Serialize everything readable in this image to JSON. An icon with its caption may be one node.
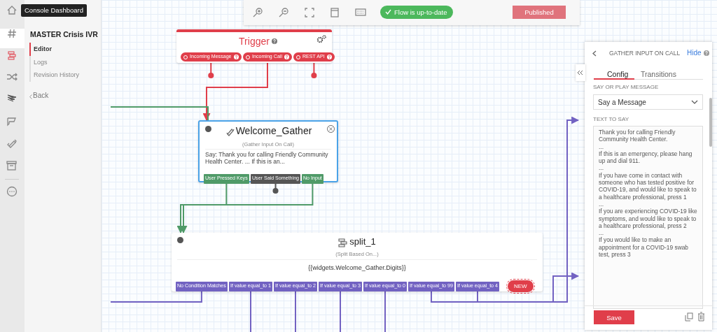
{
  "diagram": {
    "nodes": [
      {
        "text": [
          "Trigger"
        ]
      },
      {
        "text": [
          "Incoming Message"
        ],
        "in": 0
      },
      {
        "text": [
          "Incoming Call"
        ],
        "in": 0
      },
      {
        "text": [
          "REST API"
        ],
        "in": 0
      },
      {
        "text": [
          "Welcome_Gather",
          "(Gather Input On Call)",
          "Say: Thank you for calling Friendly Community Health Center. ... If this is an..."
        ]
      },
      {
        "text": [
          "User Pressed Keys"
        ],
        "in": 4
      },
      {
        "text": [
          "User Said Something"
        ],
        "in": 4
      },
      {
        "text": [
          "No Input"
        ],
        "in": 4
      },
      {
        "text": [
          "split_1",
          "(Split Based On...)",
          "{{widgets.Welcome_Gather.Digits}}"
        ]
      },
      {
        "text": [
          "No Condition Matches"
        ],
        "in": 8
      },
      {
        "text": [
          "If value equal_to 1"
        ],
        "in": 8
      },
      {
        "text": [
          "If value equal_to 2"
        ],
        "in": 8
      },
      {
        "text": [
          "If value equal_to 3"
        ],
        "in": 8
      },
      {
        "text": [
          "If value equal_to 0"
        ],
        "in": 8
      },
      {
        "text": [
          "If value equal_to 99"
        ],
        "in": 8
      },
      {
        "text": [
          "If value equal_to 4"
        ],
        "in": 8
      },
      {
        "text": [
          "NEW"
        ],
        "in": 8
      }
    ],
    "edges": [
      {
        "from": 1,
        "to": null,
        "arrow": "other",
        "color": "#e03e4a"
      },
      {
        "from": 2,
        "to": 4,
        "arrow": "to",
        "color": "#e03e4a"
      },
      {
        "from": 3,
        "to": null,
        "arrow": "other",
        "color": "#e03e4a"
      },
      {
        "from": null,
        "to": 4,
        "arrow": "none",
        "color": "#4f9a68"
      },
      {
        "from": 5,
        "to": 8,
        "arrow": "to",
        "color": "#4f9a68"
      },
      {
        "from": 6,
        "to": null,
        "arrow": "other",
        "color": "#555555"
      },
      {
        "from": 7,
        "to": 8,
        "arrow": "to",
        "color": "#4f9a68"
      },
      {
        "from": 9,
        "to": null,
        "arrow": "none"
      },
      {
        "from": 10,
        "to": null,
        "arrow": "none"
      },
      {
        "from": 11,
        "to": null,
        "arrow": "none"
      },
      {
        "from": 12,
        "to": null,
        "arrow": "none"
      },
      {
        "from": 13,
        "to": null,
        "arrow": "none"
      },
      {
        "from": 14,
        "to": null,
        "arrow": "to"
      },
      {
        "from": 15,
        "to": null,
        "arrow": "to"
      }
    ],
    "labels": [
      "Console Dashboard",
      "MASTER Crisis IVR",
      "Editor",
      "Logs",
      "Revision History",
      "Back",
      "Flow is up-to-date",
      "Published",
      "GATHER INPUT ON CALL",
      "Hide",
      "Config",
      "Transitions",
      "SAY OR PLAY MESSAGE",
      "Say a Message",
      "TEXT TO SAY",
      "Thank you for calling Friendly Community Health Center.",
      "...",
      "If this is an emergency, please hang up and dial 911.",
      "...",
      "If you have come in contact with someone who has tested positive for COVID-19, and would like to speak to a healthcare professional, press 1",
      "...",
      "If you are experiencing COVID-19 like symptoms, and would like to speak to a healthcare professional, press 2",
      "...",
      "If you would like to make an appointment for a COVID-19 swab test, press 3",
      "Save"
    ]
  }
}
